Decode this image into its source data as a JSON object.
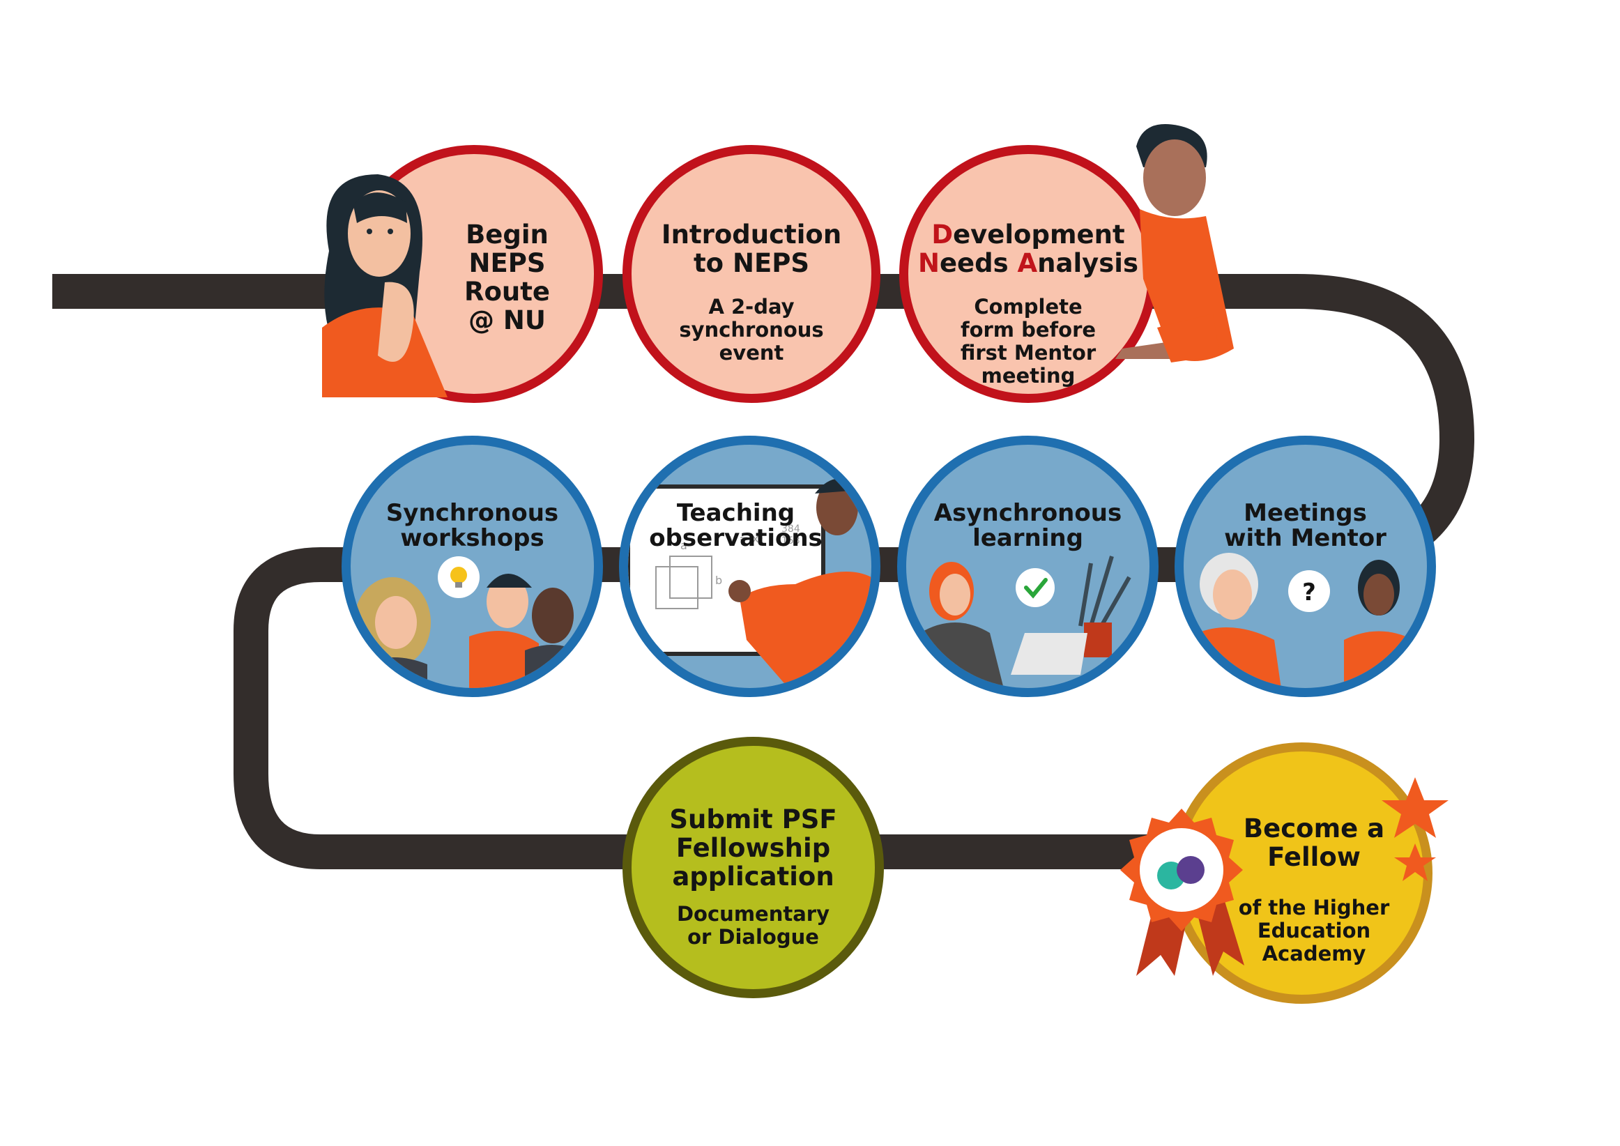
{
  "colors": {
    "path": "#332d2b",
    "stage1_fill": "#f9c4ae",
    "stage1_ring": "#c1121b",
    "stage2_fill": "#78a9cb",
    "stage2_ring": "#1f6fb0",
    "submit_fill": "#b5be1e",
    "submit_ring": "#5a5a0c",
    "fellow_fill": "#f0c419",
    "fellow_ring": "#c9901e",
    "accent_orange": "#f05a1f"
  },
  "steps": {
    "begin": {
      "title_lines": [
        "Begin",
        "NEPS",
        "Route",
        "@ NU"
      ]
    },
    "intro": {
      "title_lines": [
        "Introduction",
        "to NEPS"
      ],
      "subtitle_lines": [
        "A 2-day",
        "synchronous",
        "event"
      ]
    },
    "dna": {
      "title_line1": {
        "initial": "D",
        "rest": "evelopment"
      },
      "title_line2": {
        "initial1": "N",
        "rest1": "eeds ",
        "initial2": "A",
        "rest2": "nalysis"
      },
      "subtitle_lines": [
        "Complete",
        "form before",
        "first Mentor",
        "meeting"
      ]
    },
    "workshops": {
      "title_lines": [
        "Synchronous",
        "workshops"
      ],
      "icon": "lightbulb-icon"
    },
    "observations": {
      "title_lines": [
        "Teaching",
        "observations"
      ],
      "board_marks": [
        "a",
        "b",
        "y = x²",
        "384",
        "153"
      ]
    },
    "async": {
      "title_lines": [
        "Asynchronous",
        "learning"
      ],
      "icon": "checkmark-icon"
    },
    "mentor": {
      "title_lines": [
        "Meetings",
        "with Mentor"
      ],
      "bubble": "?"
    },
    "submit": {
      "title_lines": [
        "Submit PSF",
        "Fellowship",
        "application"
      ],
      "subtitle_lines": [
        "Documentary",
        "or Dialogue"
      ]
    },
    "fellow": {
      "title_lines": [
        "Become a",
        "Fellow"
      ],
      "subtitle_lines": [
        "of the Higher",
        "Education",
        "Academy"
      ],
      "badge": "rosette-icon"
    }
  }
}
